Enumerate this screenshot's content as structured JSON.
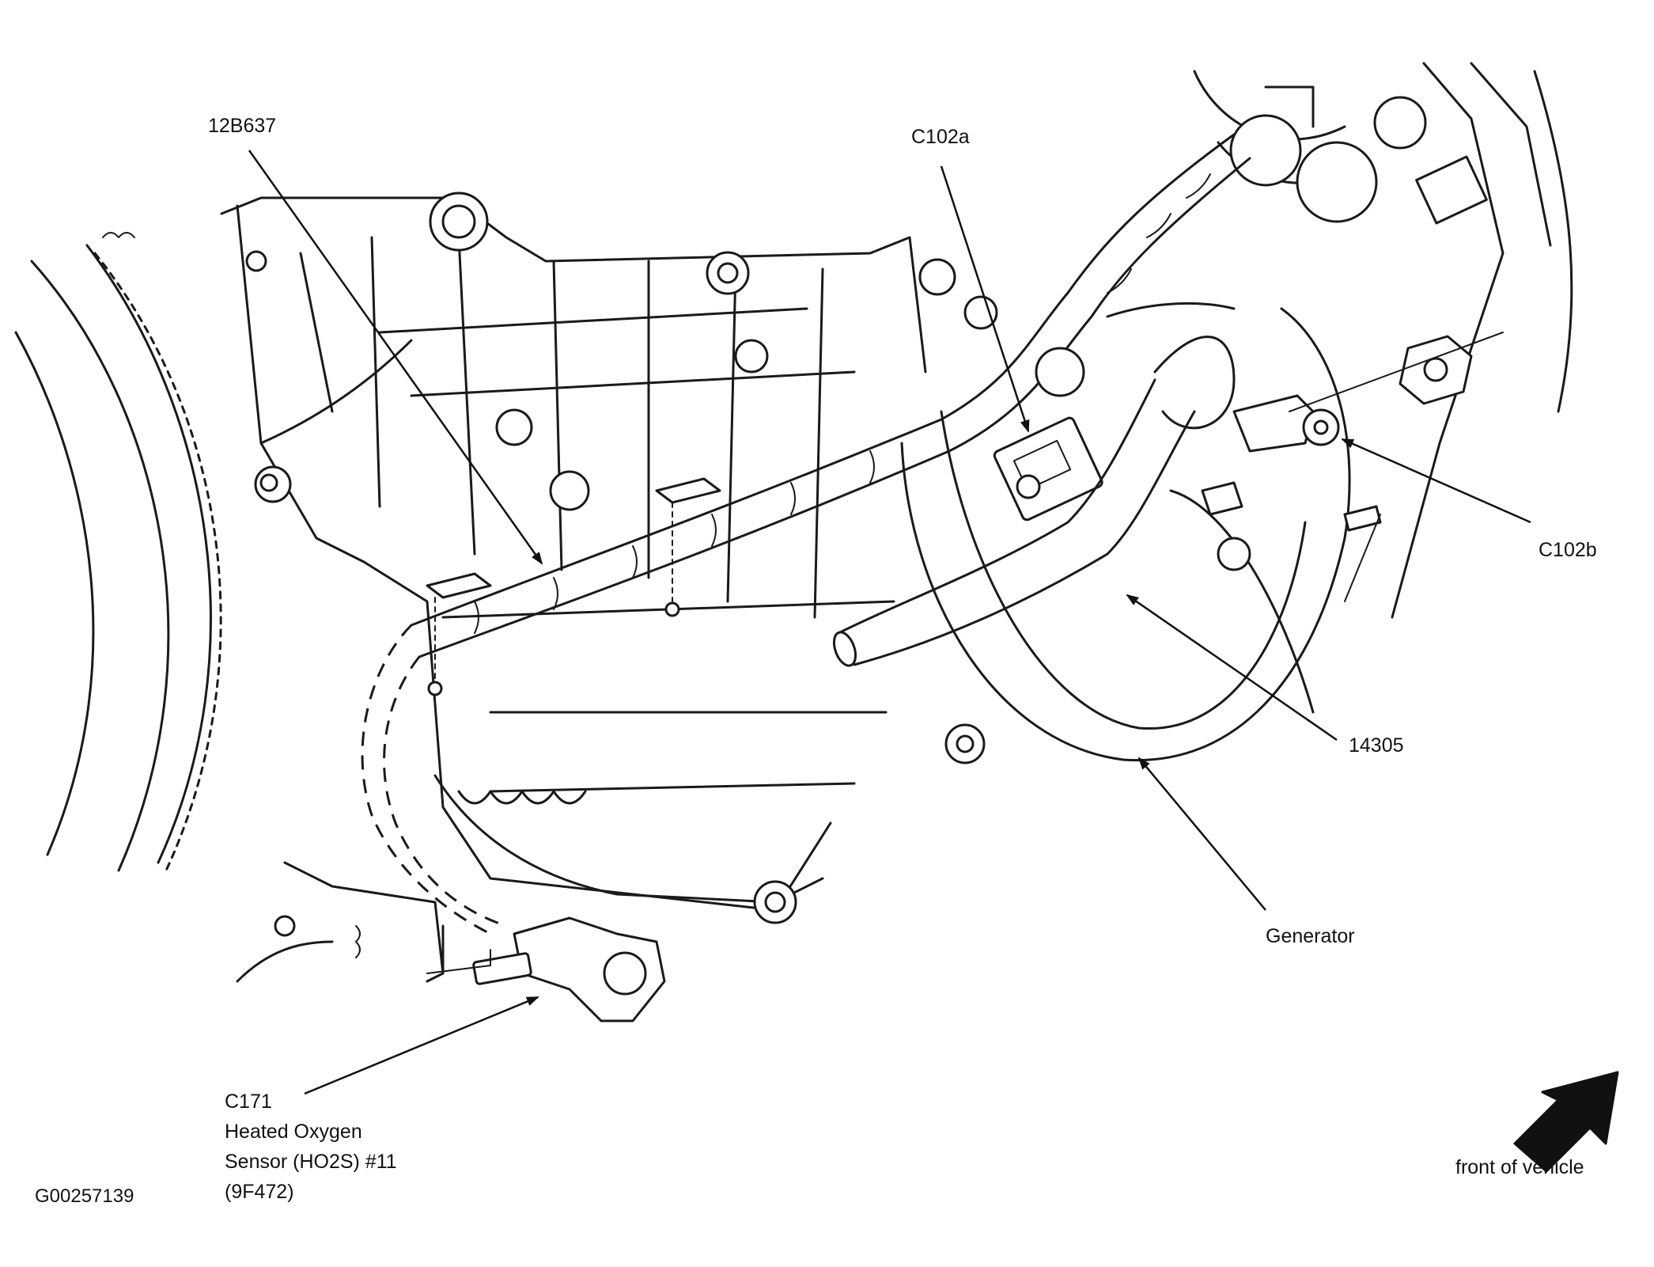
{
  "callouts": {
    "harness": "12B637",
    "c102a": "C102a",
    "c102b": "C102b",
    "part_14305": "14305",
    "generator": "Generator",
    "c171": "C171",
    "ho2s_line1": "Heated Oxygen",
    "ho2s_line2": "Sensor (HO2S) #11",
    "ho2s_line3": "(9F472)"
  },
  "figure_id": "G00257139",
  "orientation": {
    "label": "front of vehicle",
    "icon": "direction-arrow-icon"
  },
  "colors": {
    "ink": "#1a1a1a",
    "background": "#ffffff"
  }
}
